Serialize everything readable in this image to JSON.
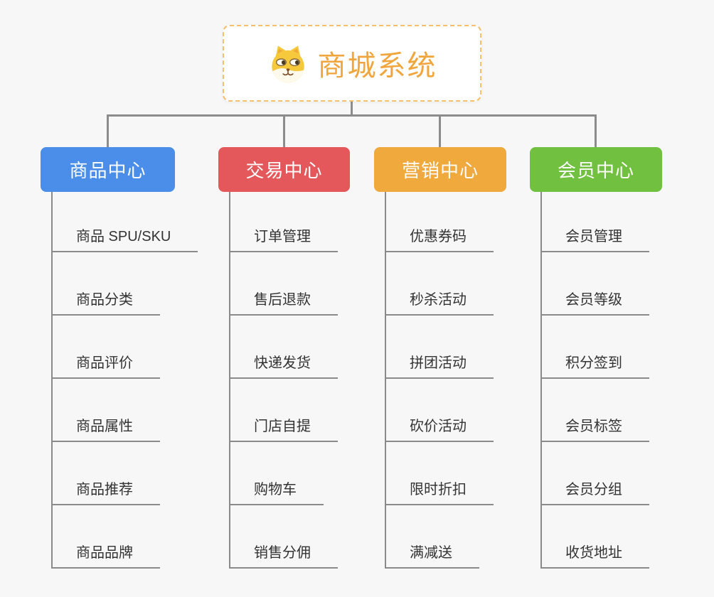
{
  "root": {
    "title": "商城系统",
    "icon": "dog-face",
    "title_color": "#f0a63c",
    "border_color": "#f4c06a"
  },
  "connector_color": "#8c8c8c",
  "branches": [
    {
      "label": "商品中心",
      "color": "#4a8eea",
      "items": [
        "商品 SPU/SKU",
        "商品分类",
        "商品评价",
        "商品属性",
        "商品推荐",
        "商品品牌"
      ]
    },
    {
      "label": "交易中心",
      "color": "#e4585b",
      "items": [
        "订单管理",
        "售后退款",
        "快递发货",
        "门店自提",
        "购物车",
        "销售分佣"
      ]
    },
    {
      "label": "营销中心",
      "color": "#efa93d",
      "items": [
        "优惠券码",
        "秒杀活动",
        "拼团活动",
        "砍价活动",
        "限时折扣",
        "满减送"
      ]
    },
    {
      "label": "会员中心",
      "color": "#71c040",
      "items": [
        "会员管理",
        "会员等级",
        "积分签到",
        "会员标签",
        "会员分组",
        "收货地址"
      ]
    }
  ]
}
